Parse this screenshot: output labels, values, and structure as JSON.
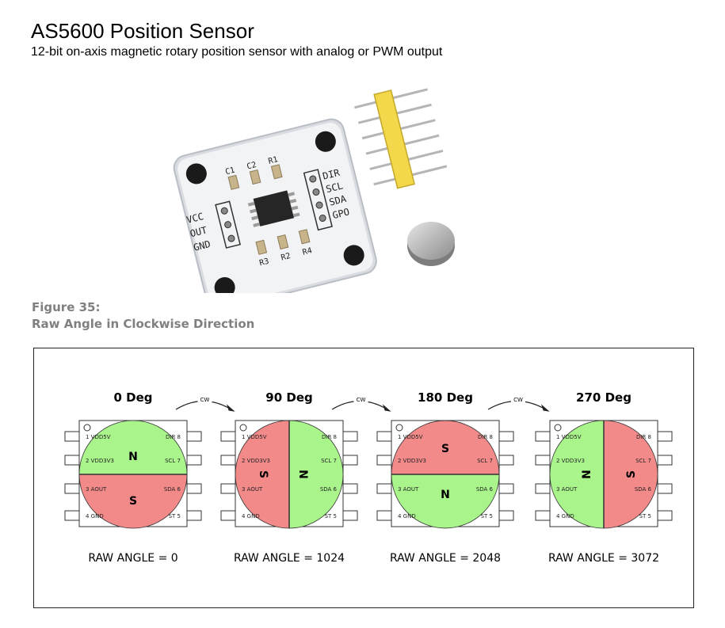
{
  "header": {
    "title": "AS5600 Position Sensor",
    "subtitle": "12-bit on-axis magnetic rotary position sensor with analog or PWM output"
  },
  "board": {
    "pins_left": [
      "VCC",
      "OUT",
      "GND"
    ],
    "pins_right": [
      "DIR",
      "SCL",
      "SDA",
      "GPO"
    ],
    "parts_top": [
      "C1",
      "C2",
      "R1"
    ],
    "parts_bottom": [
      "R3",
      "R2",
      "R4"
    ]
  },
  "figure": {
    "number": "Figure 35:",
    "caption": "Raw Angle in Clockwise Direction",
    "arrow_label": "CW",
    "pin_labels": {
      "vdd5v": "1 VDD5V",
      "vdd3v3": "2 VDD3V3",
      "aout": "3 AOUT",
      "gnd": "4 GND",
      "dir": "DIR 8",
      "scl": "SCL 7",
      "sda": "SDA 6",
      "st": "ST 5"
    },
    "panels": [
      {
        "title": "0 Deg",
        "raw": "RAW ANGLE = 0",
        "angle": 0
      },
      {
        "title": "90 Deg",
        "raw": "RAW ANGLE = 1024",
        "angle": 90
      },
      {
        "title": "180 Deg",
        "raw": "RAW ANGLE = 2048",
        "angle": 180
      },
      {
        "title": "270 Deg",
        "raw": "RAW ANGLE = 3072",
        "angle": 270
      }
    ],
    "colors": {
      "north": "#a9f58c",
      "south": "#f28a8a"
    }
  }
}
